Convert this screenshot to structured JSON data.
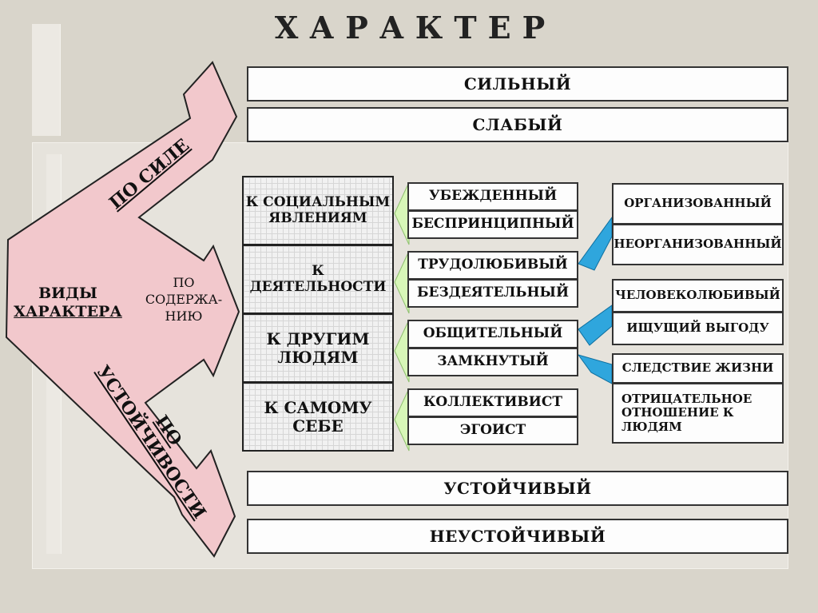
{
  "title": "ХАРАКТЕР",
  "arrow": {
    "center_line1": "ВИДЫ",
    "center_line2": "ХАРАКТЕРА",
    "by_strength": "ПО СИЛЕ",
    "by_content_line1": "ПО",
    "by_content_line2": "СОДЕРЖА-",
    "by_content_line3": "НИЮ",
    "by_stability": "ПО УСТОЙЧИВОСТИ"
  },
  "strength": [
    "СИЛЬНЫЙ",
    "СЛАБЫЙ"
  ],
  "stability": [
    "УСТОЙЧИВЫЙ",
    "НЕУСТОЙЧИВЫЙ"
  ],
  "categories": [
    {
      "line1": "К СОЦИАЛЬНЫМ",
      "line2": "ЯВЛЕНИЯМ"
    },
    {
      "line1": "К",
      "line2": "ДЕЯТЕЛЬНОСТИ"
    },
    {
      "line1": "К ДРУГИМ",
      "line2": "ЛЮДЯМ"
    },
    {
      "line1": "К САМОМУ",
      "line2": "СЕБЕ"
    }
  ],
  "traits": [
    "УБЕЖДЕННЫЙ",
    "БЕСПРИНЦИПНЫЙ",
    "ТРУДОЛЮБИВЫЙ",
    "БЕЗДЕЯТЕЛЬНЫЙ",
    "ОБЩИТЕЛЬНЫЙ",
    "ЗАМКНУТЫЙ",
    "КОЛЛЕКТИВИСТ",
    "ЭГОИСТ"
  ],
  "side_groups": [
    {
      "top": "ОРГАНИЗОВАННЫЙ",
      "bottom": "НЕОРГАНИЗОВАННЫЙ"
    },
    {
      "top": "ЧЕЛОВЕКОЛЮБИВЫЙ",
      "bottom": "ИЩУЩИЙ ВЫГОДУ"
    },
    {
      "top": "СЛЕДСТВИЕ ЖИЗНИ",
      "bottom_line1": "ОТРИЦАТЕЛЬНОЕ",
      "bottom_line2": "ОТНОШЕНИЕ К",
      "bottom_line3": "ЛЮДЯМ"
    }
  ],
  "colors": {
    "arrow_fill": "#f2c8cc",
    "arrow_stroke": "#222222",
    "connector_green": "#d8f7b8",
    "pointer_blue": "#2fa6dd"
  }
}
